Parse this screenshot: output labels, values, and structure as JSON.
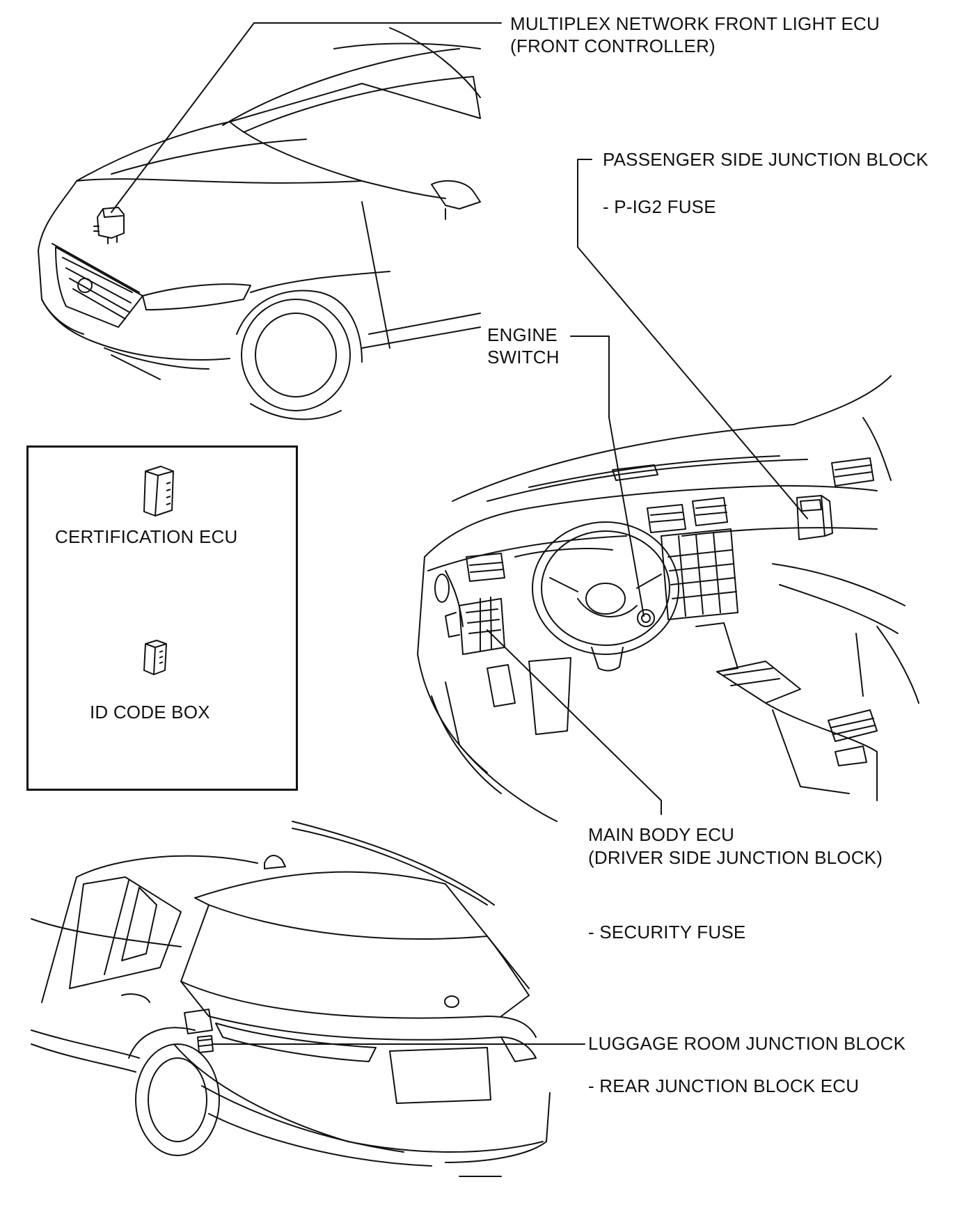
{
  "labels": {
    "front_light_ecu": {
      "line1": "MULTIPLEX NETWORK FRONT LIGHT ECU",
      "line2": "(FRONT CONTROLLER)"
    },
    "passenger_jb": {
      "title": "PASSENGER SIDE JUNCTION BLOCK",
      "item": "- P-IG2 FUSE"
    },
    "engine_switch": {
      "line1": "ENGINE",
      "line2": "SWITCH"
    },
    "main_body_ecu": {
      "line1": "MAIN BODY ECU",
      "line2": "(DRIVER SIDE JUNCTION BLOCK)",
      "item": "- SECURITY FUSE"
    },
    "luggage_jb": {
      "title": "LUGGAGE ROOM JUNCTION BLOCK",
      "item": "- REAR JUNCTION BLOCK ECU"
    }
  },
  "legend": {
    "certification_ecu": "CERTIFICATION ECU",
    "id_code_box": "ID CODE BOX"
  },
  "icons": [
    "front-car-icon",
    "dashboard-interior-icon",
    "rear-car-icon",
    "certification-ecu-icon",
    "id-code-box-icon"
  ]
}
